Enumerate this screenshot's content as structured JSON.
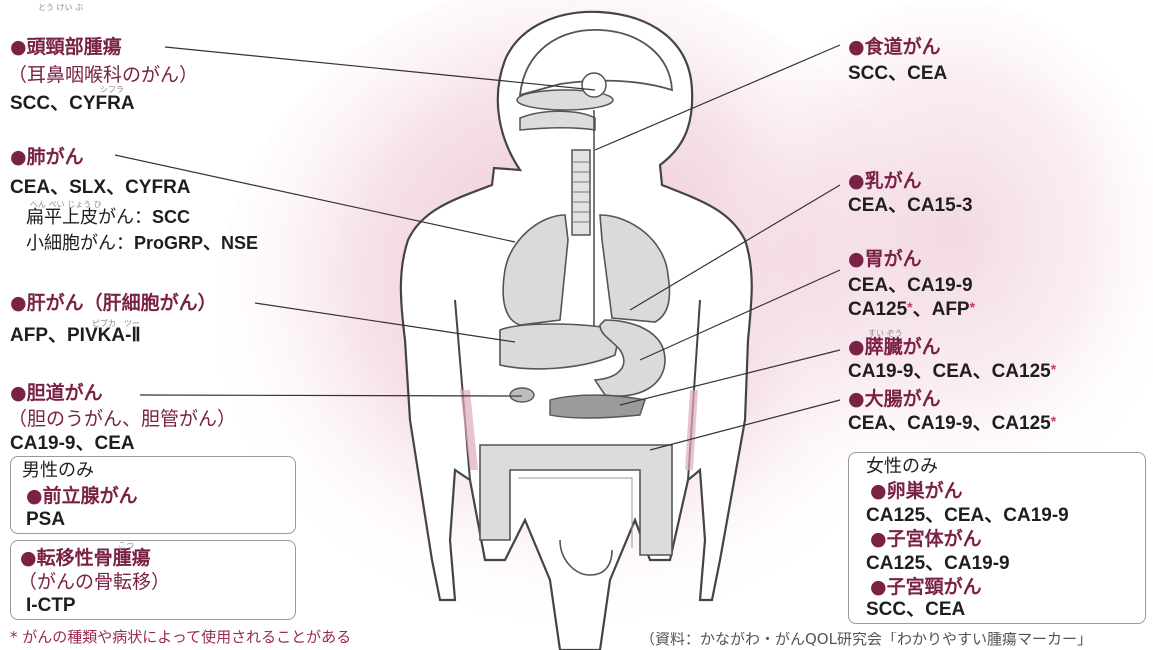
{
  "labels": {
    "head_neck": {
      "title": "●頭頸部腫瘍",
      "sub": "（耳鼻咽喉科のがん）",
      "markers": "SCC、CYFRA"
    },
    "lung": {
      "title": "●肺がん",
      "markers": "CEA、SLX、CYFRA",
      "sub1_label": "扁平上皮がん：",
      "sub1_marker": "SCC",
      "sub2_label": "小細胞がん：",
      "sub2_marker": "ProGRP、NSE"
    },
    "liver": {
      "title": "●肝がん（肝細胞がん）",
      "markers": "AFP、PIVKA-Ⅱ"
    },
    "biliary": {
      "title": "●胆道がん",
      "sub": "（胆のうがん、胆管がん）",
      "markers": "CA19-9、CEA"
    },
    "esophagus": {
      "title": "●食道がん",
      "markers": "SCC、CEA"
    },
    "breast": {
      "title": "●乳がん",
      "markers": "CEA、CA15-3"
    },
    "stomach": {
      "title": "●胃がん",
      "markers1": "CEA、CA19-9",
      "markers2a": "CA125",
      "markers2b": "、AFP"
    },
    "pancreas": {
      "title": "●膵臓がん",
      "markers": "CA19-9、CEA、CA125"
    },
    "colon": {
      "title": "●大腸がん",
      "markers": "CEA、CA19-9、CA125"
    }
  },
  "male_box": {
    "heading": "男性のみ",
    "title": "●前立腺がん",
    "markers": "PSA"
  },
  "bone_box": {
    "title": "●転移性骨腫瘍",
    "sub": "（がんの骨転移）",
    "markers": "I-CTP"
  },
  "female_box": {
    "heading": "女性のみ",
    "items": [
      {
        "title": "●卵巣がん",
        "markers": "CA125、CEA、CA19-9"
      },
      {
        "title": "●子宮体がん",
        "markers": "CA125、CA19-9"
      },
      {
        "title": "●子宮頸がん",
        "markers": "SCC、CEA"
      }
    ]
  },
  "ruby": {
    "head_neck": "とう けい ぶ",
    "cyfra": "シフラ",
    "lung_sub1": "へん ぺい じょう ひ",
    "pivka": "ピブカ　ツー",
    "pancreas": "すい ぞう",
    "bone": "こつ"
  },
  "asterisk": "*",
  "footnote_left": "* がんの種類や病状によって使用されることがある",
  "footnote_right": "（資料：かながわ・がんQOL研究会「わかりやすい腫瘍マーカー」",
  "colors": {
    "title": "#7a2246",
    "organ_fill": "#dadada",
    "pink_bg": "#e8b8c8",
    "line": "#333333"
  }
}
